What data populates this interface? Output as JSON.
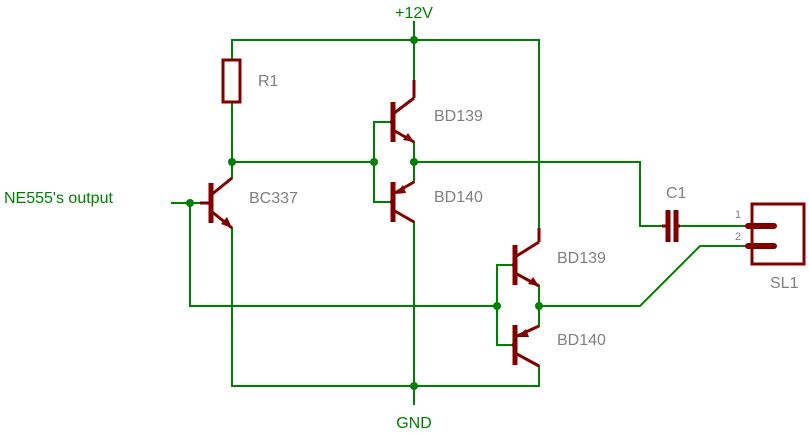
{
  "colors": {
    "wire": "#008000",
    "component": "#800000",
    "label_net": "#008000",
    "label_part": "#808080",
    "background": "#ffffff"
  },
  "nets": {
    "vcc": "+12V",
    "gnd": "GND",
    "input": "NE555's output"
  },
  "components": {
    "r1": "R1",
    "q_driver": "BC337",
    "q1_top": "BD139",
    "q1_bottom": "BD140",
    "q2_top": "BD139",
    "q2_bottom": "BD140",
    "c1": "C1",
    "connector": "SL1",
    "connector_pin1": "1",
    "connector_pin2": "2"
  }
}
